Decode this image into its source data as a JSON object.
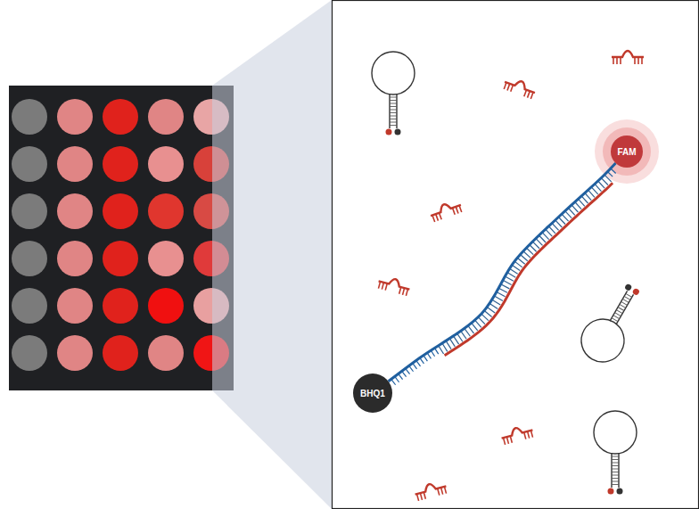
{
  "diagram": {
    "nodes": [
      {
        "text": [
          "FAM"
        ]
      },
      {
        "text": [
          "BHQ1"
        ]
      }
    ],
    "edges": [
      {
        "from": 1,
        "to": 0,
        "arrow": "none"
      }
    ]
  }
}
